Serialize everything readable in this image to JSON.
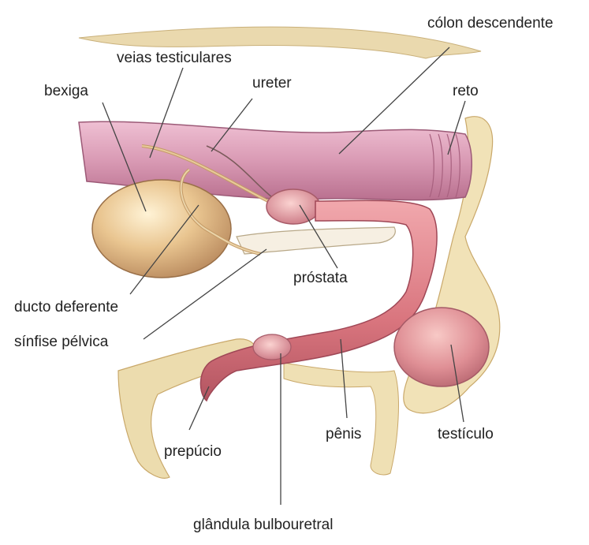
{
  "labels": {
    "colon_descendente": "cólon descendente",
    "veias_testiculares": "veias testiculares",
    "ureter": "ureter",
    "bexiga": "bexiga",
    "reto": "reto",
    "prostata": "próstata",
    "ducto_deferente": "ducto deferente",
    "sinfise_pelvica": "sínfise pélvica",
    "prepucio": "prepúcio",
    "penis": "pênis",
    "testiculo": "testículo",
    "glandula_bulbouretral": "glândula bulbouretral"
  },
  "colors": {
    "colon": "#d99ab4",
    "bladder": "#e7c38f",
    "penis": "#d9757e",
    "testis": "#df8f95",
    "fur": "#e8d6a6",
    "leader_line": "#444444"
  }
}
